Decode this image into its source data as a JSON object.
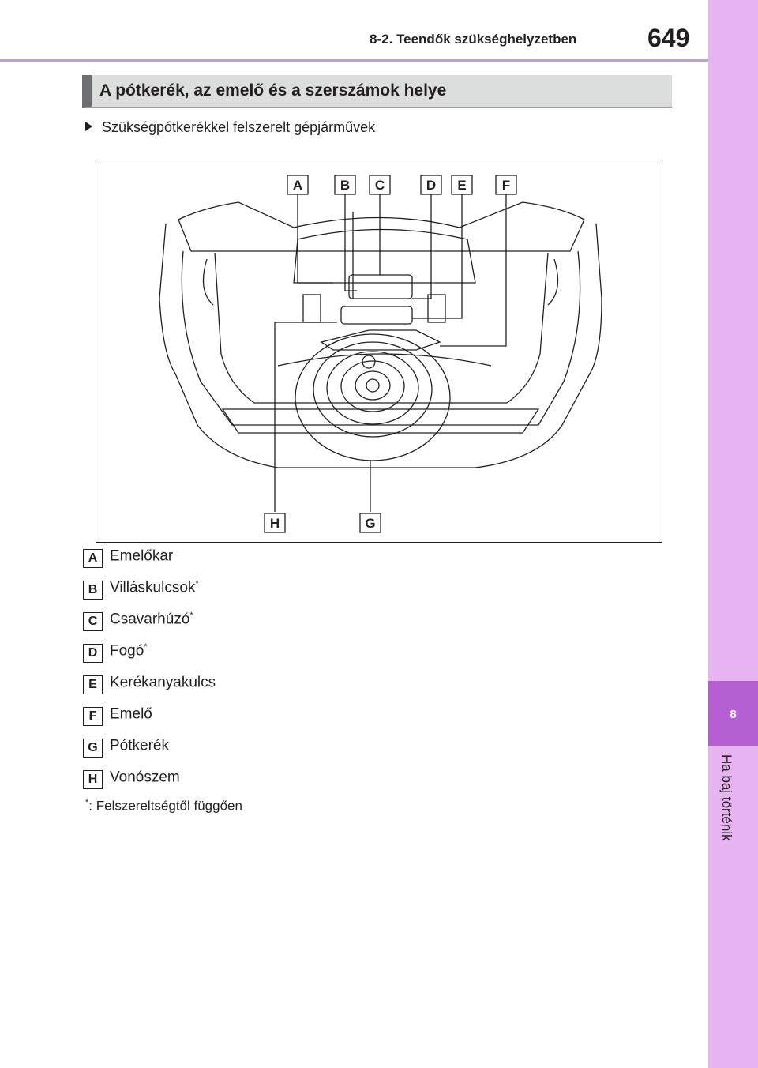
{
  "header": {
    "section_label": "8-2. Teendők szükséghelyzetben",
    "page_number": "649"
  },
  "side_tab": {
    "chapter_number": "8",
    "chapter_title": "Ha baj történik"
  },
  "section": {
    "title": "A pótkerék, az emelő és a szerszámok helye"
  },
  "bullet": {
    "text": "Szükségpótkerékkel felszerelt gépjárművek"
  },
  "figure": {
    "callout_letters_top": [
      "A",
      "B",
      "C",
      "D",
      "E",
      "F"
    ],
    "callout_letters_bottom": [
      "H",
      "G"
    ]
  },
  "legend": [
    {
      "letter": "A",
      "text": "Emelőkar",
      "mark": ""
    },
    {
      "letter": "B",
      "text": "Villáskulcsok",
      "mark": "*"
    },
    {
      "letter": "C",
      "text": "Csavarhúzó",
      "mark": "*"
    },
    {
      "letter": "D",
      "text": "Fogó",
      "mark": "*"
    },
    {
      "letter": "E",
      "text": "Kerékanyakulcs",
      "mark": ""
    },
    {
      "letter": "F",
      "text": "Emelő",
      "mark": ""
    },
    {
      "letter": "G",
      "text": "Pótkerék",
      "mark": ""
    },
    {
      "letter": "H",
      "text": "Vonószem",
      "mark": ""
    }
  ],
  "footnote": {
    "mark": "*",
    "text": ": Felszereltségtől függően"
  }
}
